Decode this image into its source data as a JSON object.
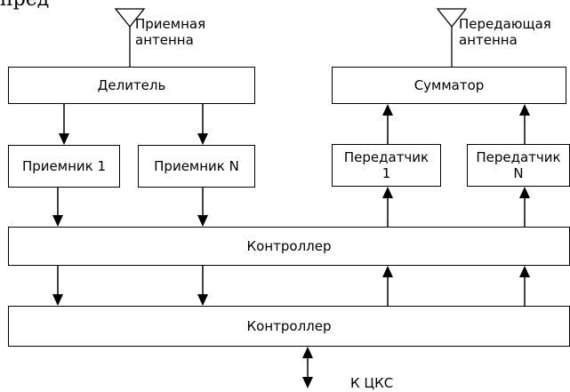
{
  "page_text": {
    "top_fragment": "пред"
  },
  "diagram": {
    "antennas": {
      "receive": {
        "label": "Приемная\nантенна",
        "icon": "antenna-icon"
      },
      "transmit": {
        "label": "Передающая\nантенна",
        "icon": "antenna-icon"
      }
    },
    "blocks": {
      "splitter": "Делитель",
      "combiner": "Сумматор",
      "receiver_1": "Приемник 1",
      "receiver_n": "Приемник N",
      "transmitter_1": "Передатчик\n1",
      "transmitter_n": "Передатчик\nN",
      "controller_top": "Контроллер",
      "controller_bottom": "Контроллер"
    },
    "external_link": {
      "label": "К ЦКС"
    },
    "connections": [
      {
        "from": "receive_antenna",
        "to": "splitter"
      },
      {
        "from": "splitter",
        "to": "receiver_1"
      },
      {
        "from": "splitter",
        "to": "receiver_n"
      },
      {
        "from": "receiver_1",
        "to": "controller_top"
      },
      {
        "from": "receiver_n",
        "to": "controller_top"
      },
      {
        "from": "controller_top",
        "to": "controller_bottom"
      },
      {
        "from": "controller_top",
        "to": "controller_bottom"
      },
      {
        "from": "controller_bottom",
        "to": "controller_top"
      },
      {
        "from": "controller_bottom",
        "to": "controller_top"
      },
      {
        "from": "controller_top",
        "to": "transmitter_1"
      },
      {
        "from": "controller_top",
        "to": "transmitter_n"
      },
      {
        "from": "transmitter_1",
        "to": "combiner"
      },
      {
        "from": "transmitter_n",
        "to": "combiner"
      },
      {
        "from": "combiner",
        "to": "transmit_antenna"
      },
      {
        "from": "controller_bottom",
        "to": "external_network",
        "direction": "bidirectional"
      }
    ]
  }
}
